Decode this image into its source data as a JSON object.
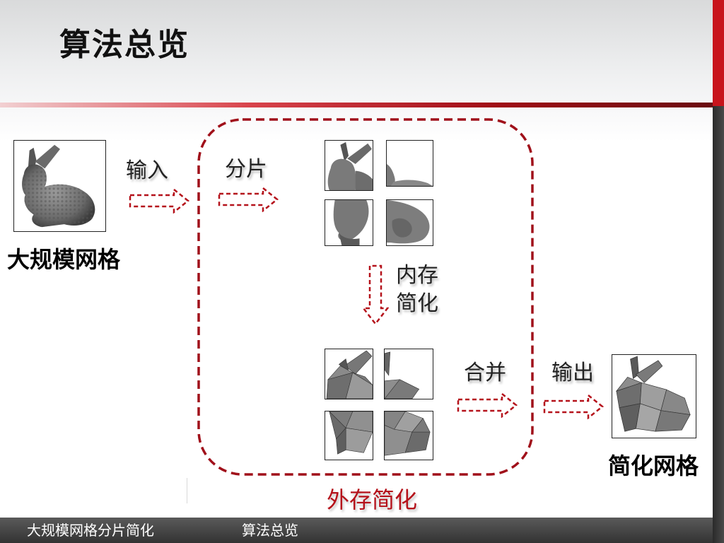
{
  "slide": {
    "title": "算法总览"
  },
  "footer": {
    "left_text": "大规模网格分片简化",
    "right_text": "算法总览"
  },
  "labels": {
    "input": "输入",
    "split": "分片",
    "in_memory_line1": "内存",
    "in_memory_line2": "简化",
    "merge": "合并",
    "output": "输出",
    "large_mesh": "大规模网格",
    "simplified_mesh": "简化网格",
    "out_of_core": "外存简化"
  },
  "colors": {
    "accent_red": "#b5121b",
    "header_red": "#c8141c",
    "footer_dark": "#3a3a3a"
  }
}
